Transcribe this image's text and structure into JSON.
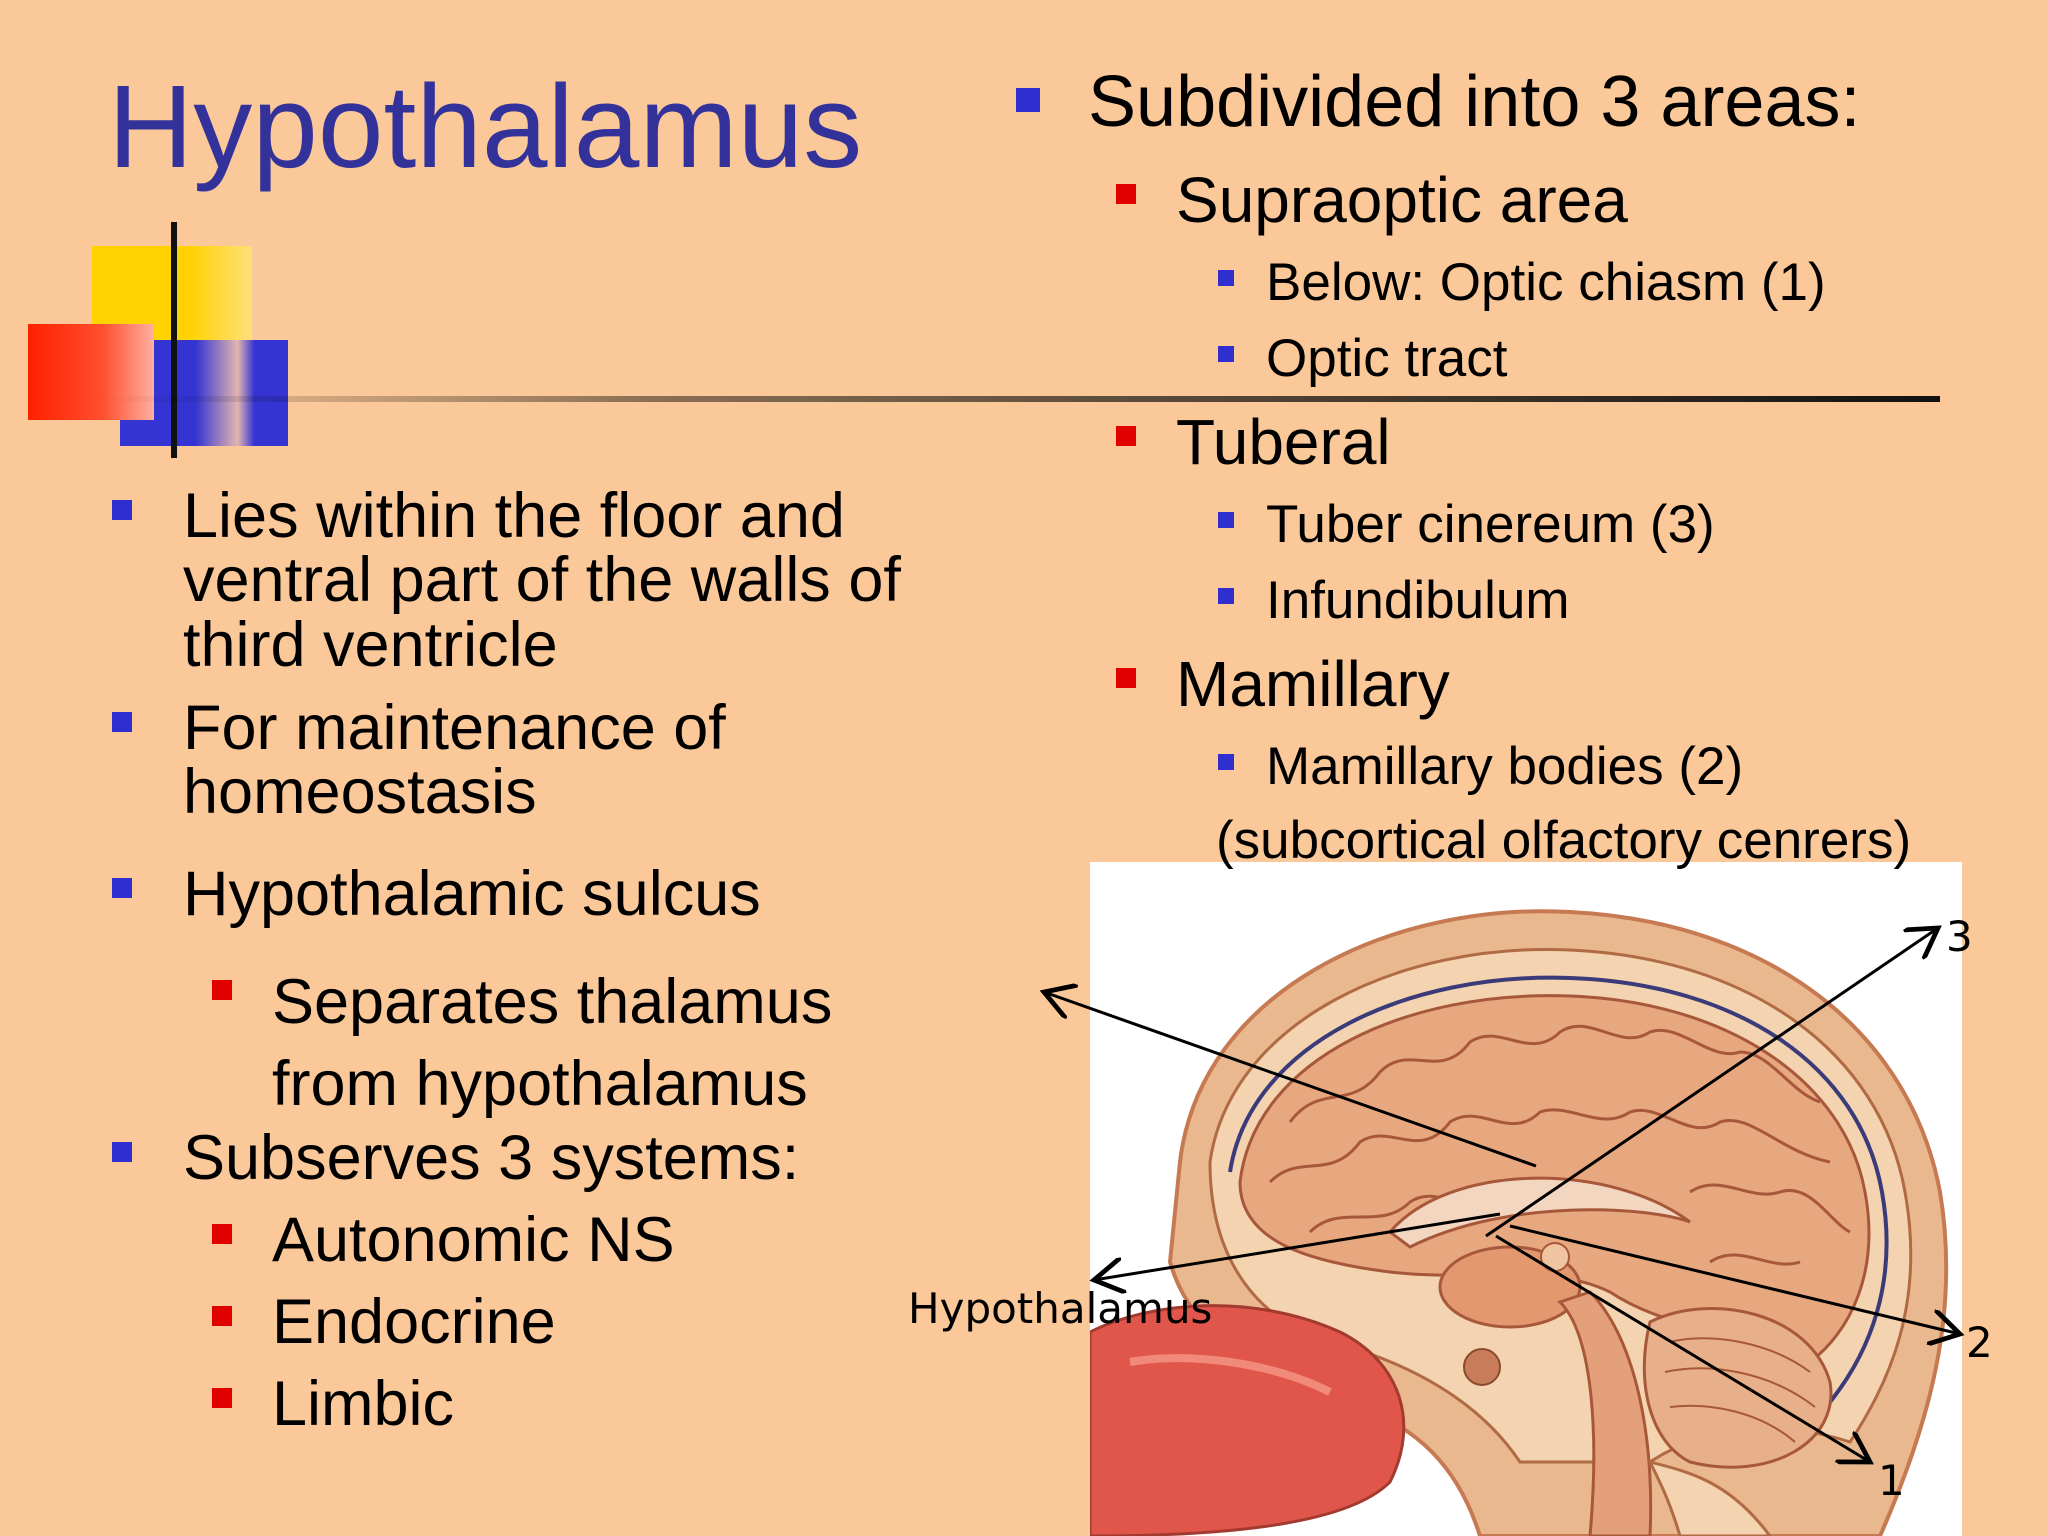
{
  "title": "Hypothalamus",
  "left_bullets": [
    {
      "lines": [
        "Lies within the floor and",
        "ventral part of the walls of",
        "third ventricle"
      ]
    },
    {
      "lines": [
        "For maintenance of",
        "homeostasis"
      ]
    },
    {
      "lines": [
        "Hypothalamic sulcus"
      ]
    },
    {
      "lines": [
        "Separates thalamus",
        "from hypothalamus"
      ]
    },
    {
      "lines": [
        "Subserves 3 systems:"
      ]
    },
    {
      "lines": [
        "Autonomic NS"
      ]
    },
    {
      "lines": [
        "Endocrine"
      ]
    },
    {
      "lines": [
        "Limbic"
      ]
    }
  ],
  "right": {
    "heading": "Subdivided into 3 areas:",
    "areas": [
      {
        "name": "Supraoptic area",
        "items": [
          "Below: Optic chiasm (1)",
          "Optic tract"
        ]
      },
      {
        "name": "Tuberal",
        "items": [
          "Tuber cinereum (3)",
          "Infundibulum"
        ]
      },
      {
        "name": "Mamillary",
        "items": [
          "Mamillary bodies (2)"
        ]
      }
    ],
    "note": "(subcortical olfactory cenrers)"
  },
  "diagram": {
    "labels": {
      "hypothalamus": "Hypothalamus",
      "n1": "1",
      "n2": "2",
      "n3": "3"
    },
    "colors": {
      "skin": "#e9b88f",
      "brain": "#e7a77f",
      "gyri_line": "#a8583a",
      "nasal": "#e0564a",
      "bone": "#f3d3b0"
    }
  },
  "colors": {
    "background": "#fbc999",
    "title": "#33329a",
    "bullet_blue": "#2f2fd0",
    "bullet_red": "#e00000"
  }
}
